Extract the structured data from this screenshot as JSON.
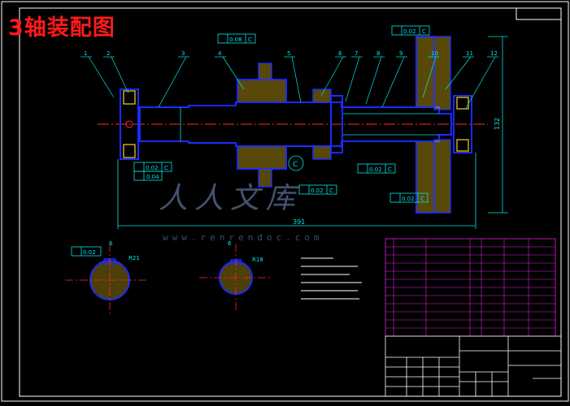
{
  "title": "3轴装配图",
  "colors": {
    "frame": "#ffffff",
    "outline": "#1a2bff",
    "hatch": "#ffd21a",
    "center": "#ff2a2a",
    "dim": "#00e5e5",
    "leader": "#00e5e5",
    "table": "#e020e0"
  },
  "part_numbers": [
    "1",
    "2",
    "3",
    "4",
    "5",
    "6",
    "7",
    "8",
    "9",
    "10",
    "11",
    "12"
  ],
  "tolerances": {
    "t1": "0.08",
    "t2": "0.02",
    "t3": "0.02",
    "t4": "0.04",
    "t5": "0.02",
    "t6": "0.02",
    "t7": "0.02",
    "t8": "0.02",
    "datum": "C"
  },
  "dims": {
    "length": "391",
    "height": "132",
    "r_left": "R21",
    "r_right": "R18",
    "sec_left": "6",
    "sec_right": "6"
  },
  "watermark": {
    "chinese": "人人文库",
    "url": "www.renrendoc.com"
  }
}
